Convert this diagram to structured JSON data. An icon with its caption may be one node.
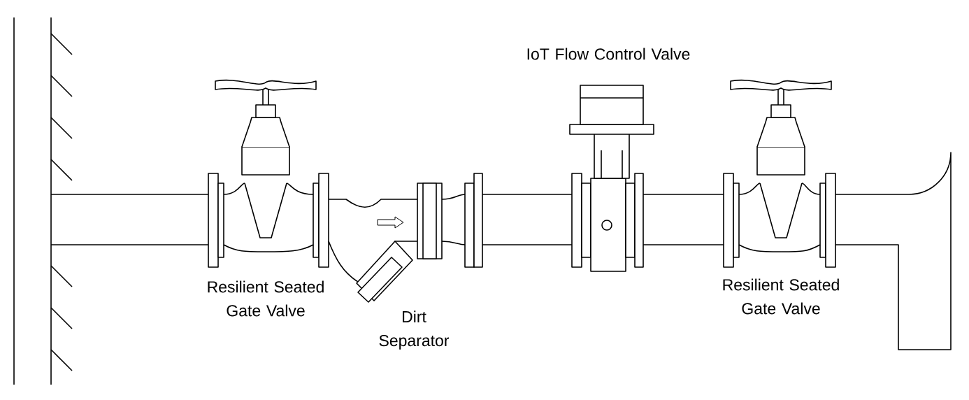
{
  "diagram": {
    "labels": [
      "IoT Flow Control Valve",
      "Resilient Seated Gate Valve",
      "Dirt Separator",
      "Resilient Seated Gate Valve"
    ]
  }
}
